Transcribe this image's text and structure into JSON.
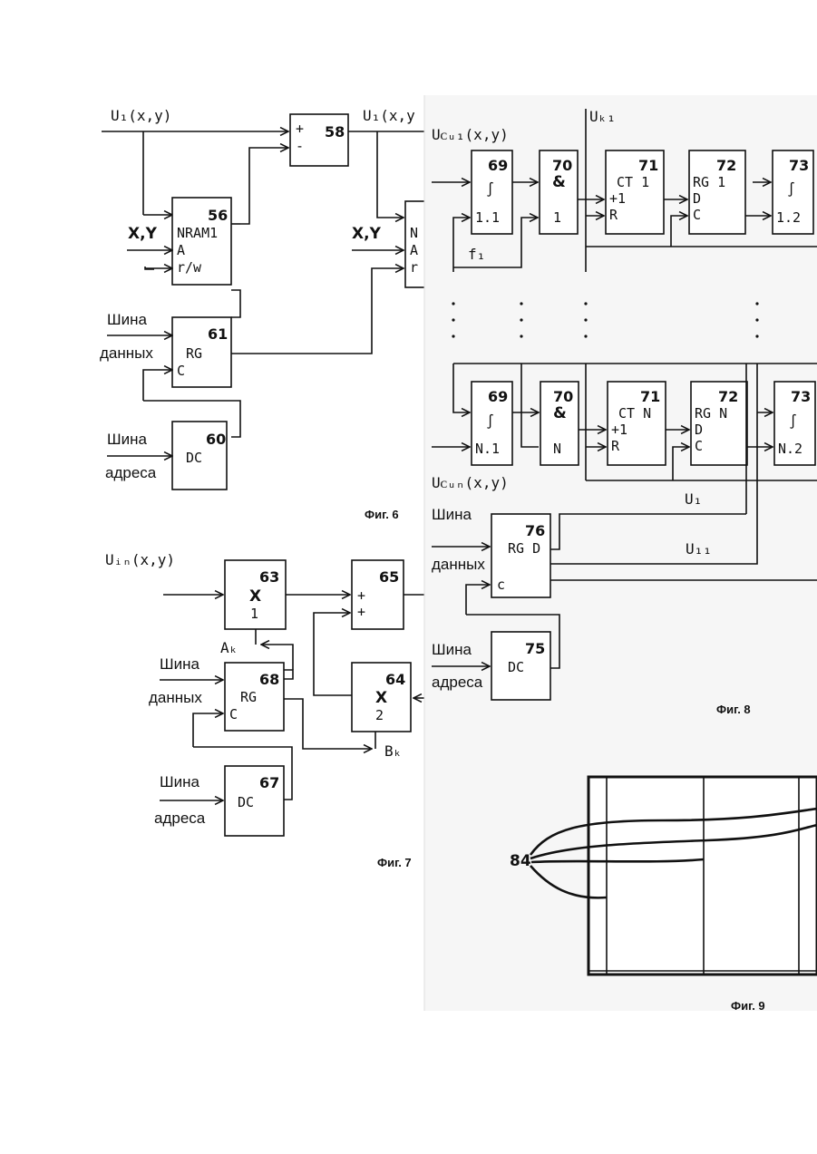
{
  "fig6": {
    "caption": "Фиг. 6",
    "sig_in": "U₁(x,y)",
    "sig_out": "U₁(x,y",
    "xy": "X,Y",
    "blocks": {
      "b58": {
        "num": "58",
        "plus": "+",
        "minus": "-"
      },
      "b56": {
        "num": "56",
        "l1": "NRAM1",
        "l2": "A",
        "l3": "r/w"
      },
      "b56b": {
        "l1": "N",
        "l2": "A",
        "l3": "r"
      },
      "b61": {
        "num": "61",
        "l1": "RG",
        "l2": "C"
      },
      "b60": {
        "num": "60",
        "l1": "DC"
      }
    },
    "bus_data_1": "Шина",
    "bus_data_2": "данных",
    "bus_addr_1": "Шина",
    "bus_addr_2": "адреса",
    "xy2": "X,Y"
  },
  "fig7": {
    "caption": "Фиг. 7",
    "sig_in": "Uᵢₙ(x,y)",
    "ak": "Aₖ",
    "bk": "Bₖ",
    "blocks": {
      "b63": {
        "num": "63",
        "l1": "X",
        "l2": "1"
      },
      "b65": {
        "num": "65",
        "l1": "+",
        "l2": "+"
      },
      "b68": {
        "num": "68",
        "l1": "RG",
        "l2": "C"
      },
      "b64": {
        "num": "64",
        "l1": "X",
        "l2": "2"
      },
      "b67": {
        "num": "67",
        "l1": "DC"
      }
    },
    "bus_data_1": "Шина",
    "bus_data_2": "данных",
    "bus_addr_1": "Шина",
    "bus_addr_2": "адреса"
  },
  "fig8": {
    "caption": "Фиг. 8",
    "uk": "Uₖ₁",
    "ucu1": "Uᴄᵤ₁(x,y)",
    "ucuN": "Uᴄᵤₙ(x,y)",
    "f1": "f₁",
    "u1": "U₁",
    "u11": "U₁₁",
    "row1": {
      "b69": {
        "num": "69",
        "l1": "∫",
        "l2": "1.1"
      },
      "b70": {
        "num": "70",
        "l1": "&",
        "l2": "1"
      },
      "b71": {
        "num": "71",
        "l1": "CT 1",
        "l2": "+1",
        "l3": "R"
      },
      "b72": {
        "num": "72",
        "l1": "RG 1",
        "l2": "D",
        "l3": "C"
      },
      "b73": {
        "num": "73",
        "l1": "∫",
        "l2": "1.2"
      }
    },
    "rowN": {
      "b69": {
        "num": "69",
        "l1": "∫",
        "l2": "N.1"
      },
      "b70": {
        "num": "70",
        "l1": "&",
        "l2": "N"
      },
      "b71": {
        "num": "71",
        "l1": "CT N",
        "l2": "+1",
        "l3": "R"
      },
      "b72": {
        "num": "72",
        "l1": "RG N",
        "l2": "D",
        "l3": "C"
      },
      "b73": {
        "num": "73",
        "l1": "∫",
        "l2": "N.2"
      }
    },
    "b76": {
      "num": "76",
      "l1": "RG D",
      "l2": "c"
    },
    "b75": {
      "num": "75",
      "l1": "DC"
    },
    "bus_data_1": "Шина",
    "bus_data_2": "данных",
    "bus_addr_1": "Шина",
    "bus_addr_2": "адреса"
  },
  "fig9": {
    "caption": "Фиг. 9",
    "ref": "84"
  }
}
